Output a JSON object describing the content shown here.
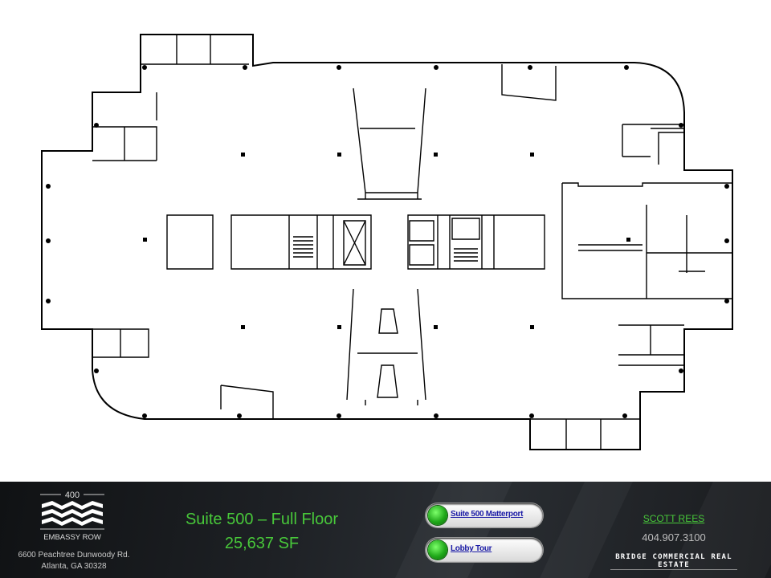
{
  "building": {
    "logo_number": "400",
    "logo_name": "EMBASSY ROW",
    "address_line1": "6600 Peachtree Dunwoody Rd.",
    "address_line2": "Atlanta, GA 30328"
  },
  "suite": {
    "title": "Suite 500 – Full Floor",
    "area": "25,637 SF"
  },
  "links": [
    {
      "label": "Suite 500 Matterport",
      "icon": "green-orb-icon"
    },
    {
      "label": "Lobby Tour",
      "icon": "green-orb-icon"
    }
  ],
  "contact": {
    "name": "SCOTT REES",
    "phone": "404.907.3100",
    "company": "BRIDGE COMMERCIAL REAL ESTATE"
  },
  "colors": {
    "accent_green": "#48c83a",
    "footer_bg": "#1d2024",
    "link_blue": "#1a1aa6"
  }
}
